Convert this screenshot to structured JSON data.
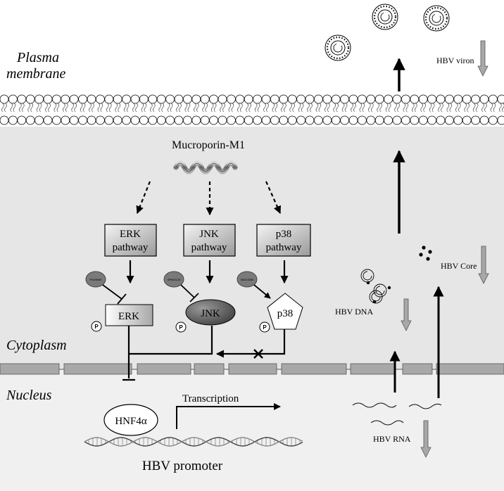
{
  "regions": {
    "plasma_line1": "Plasma",
    "plasma_line2": "membrane",
    "cytoplasm": "Cytoplasm",
    "nucleus": "Nucleus"
  },
  "drug": "Mucroporin-M1",
  "pathways": [
    {
      "line1": "ERK",
      "line2": "pathway"
    },
    {
      "line1": "JNK",
      "line2": "pathway"
    },
    {
      "line1": "p38",
      "line2": "pathway"
    }
  ],
  "inhibitors": [
    "PD98059",
    "SP600125",
    "SB203580"
  ],
  "kinases": [
    "ERK",
    "JNK",
    "p38"
  ],
  "phospho_label": "P",
  "transcription_factor": "HNF4α",
  "transcription": "Transcription",
  "promoter": "HBV promoter",
  "hbv": {
    "viron": "HBV viron",
    "core": "HBV Core",
    "dna": "HBV DNA",
    "rna": "HBV RNA"
  },
  "colors": {
    "cytoplasm_bg": "#e6e6e6",
    "nucleus_bg": "#f0f0f0",
    "downregulation_arrow": "#a8a8a8",
    "inhibitor_fill": "#7a7a7a"
  }
}
